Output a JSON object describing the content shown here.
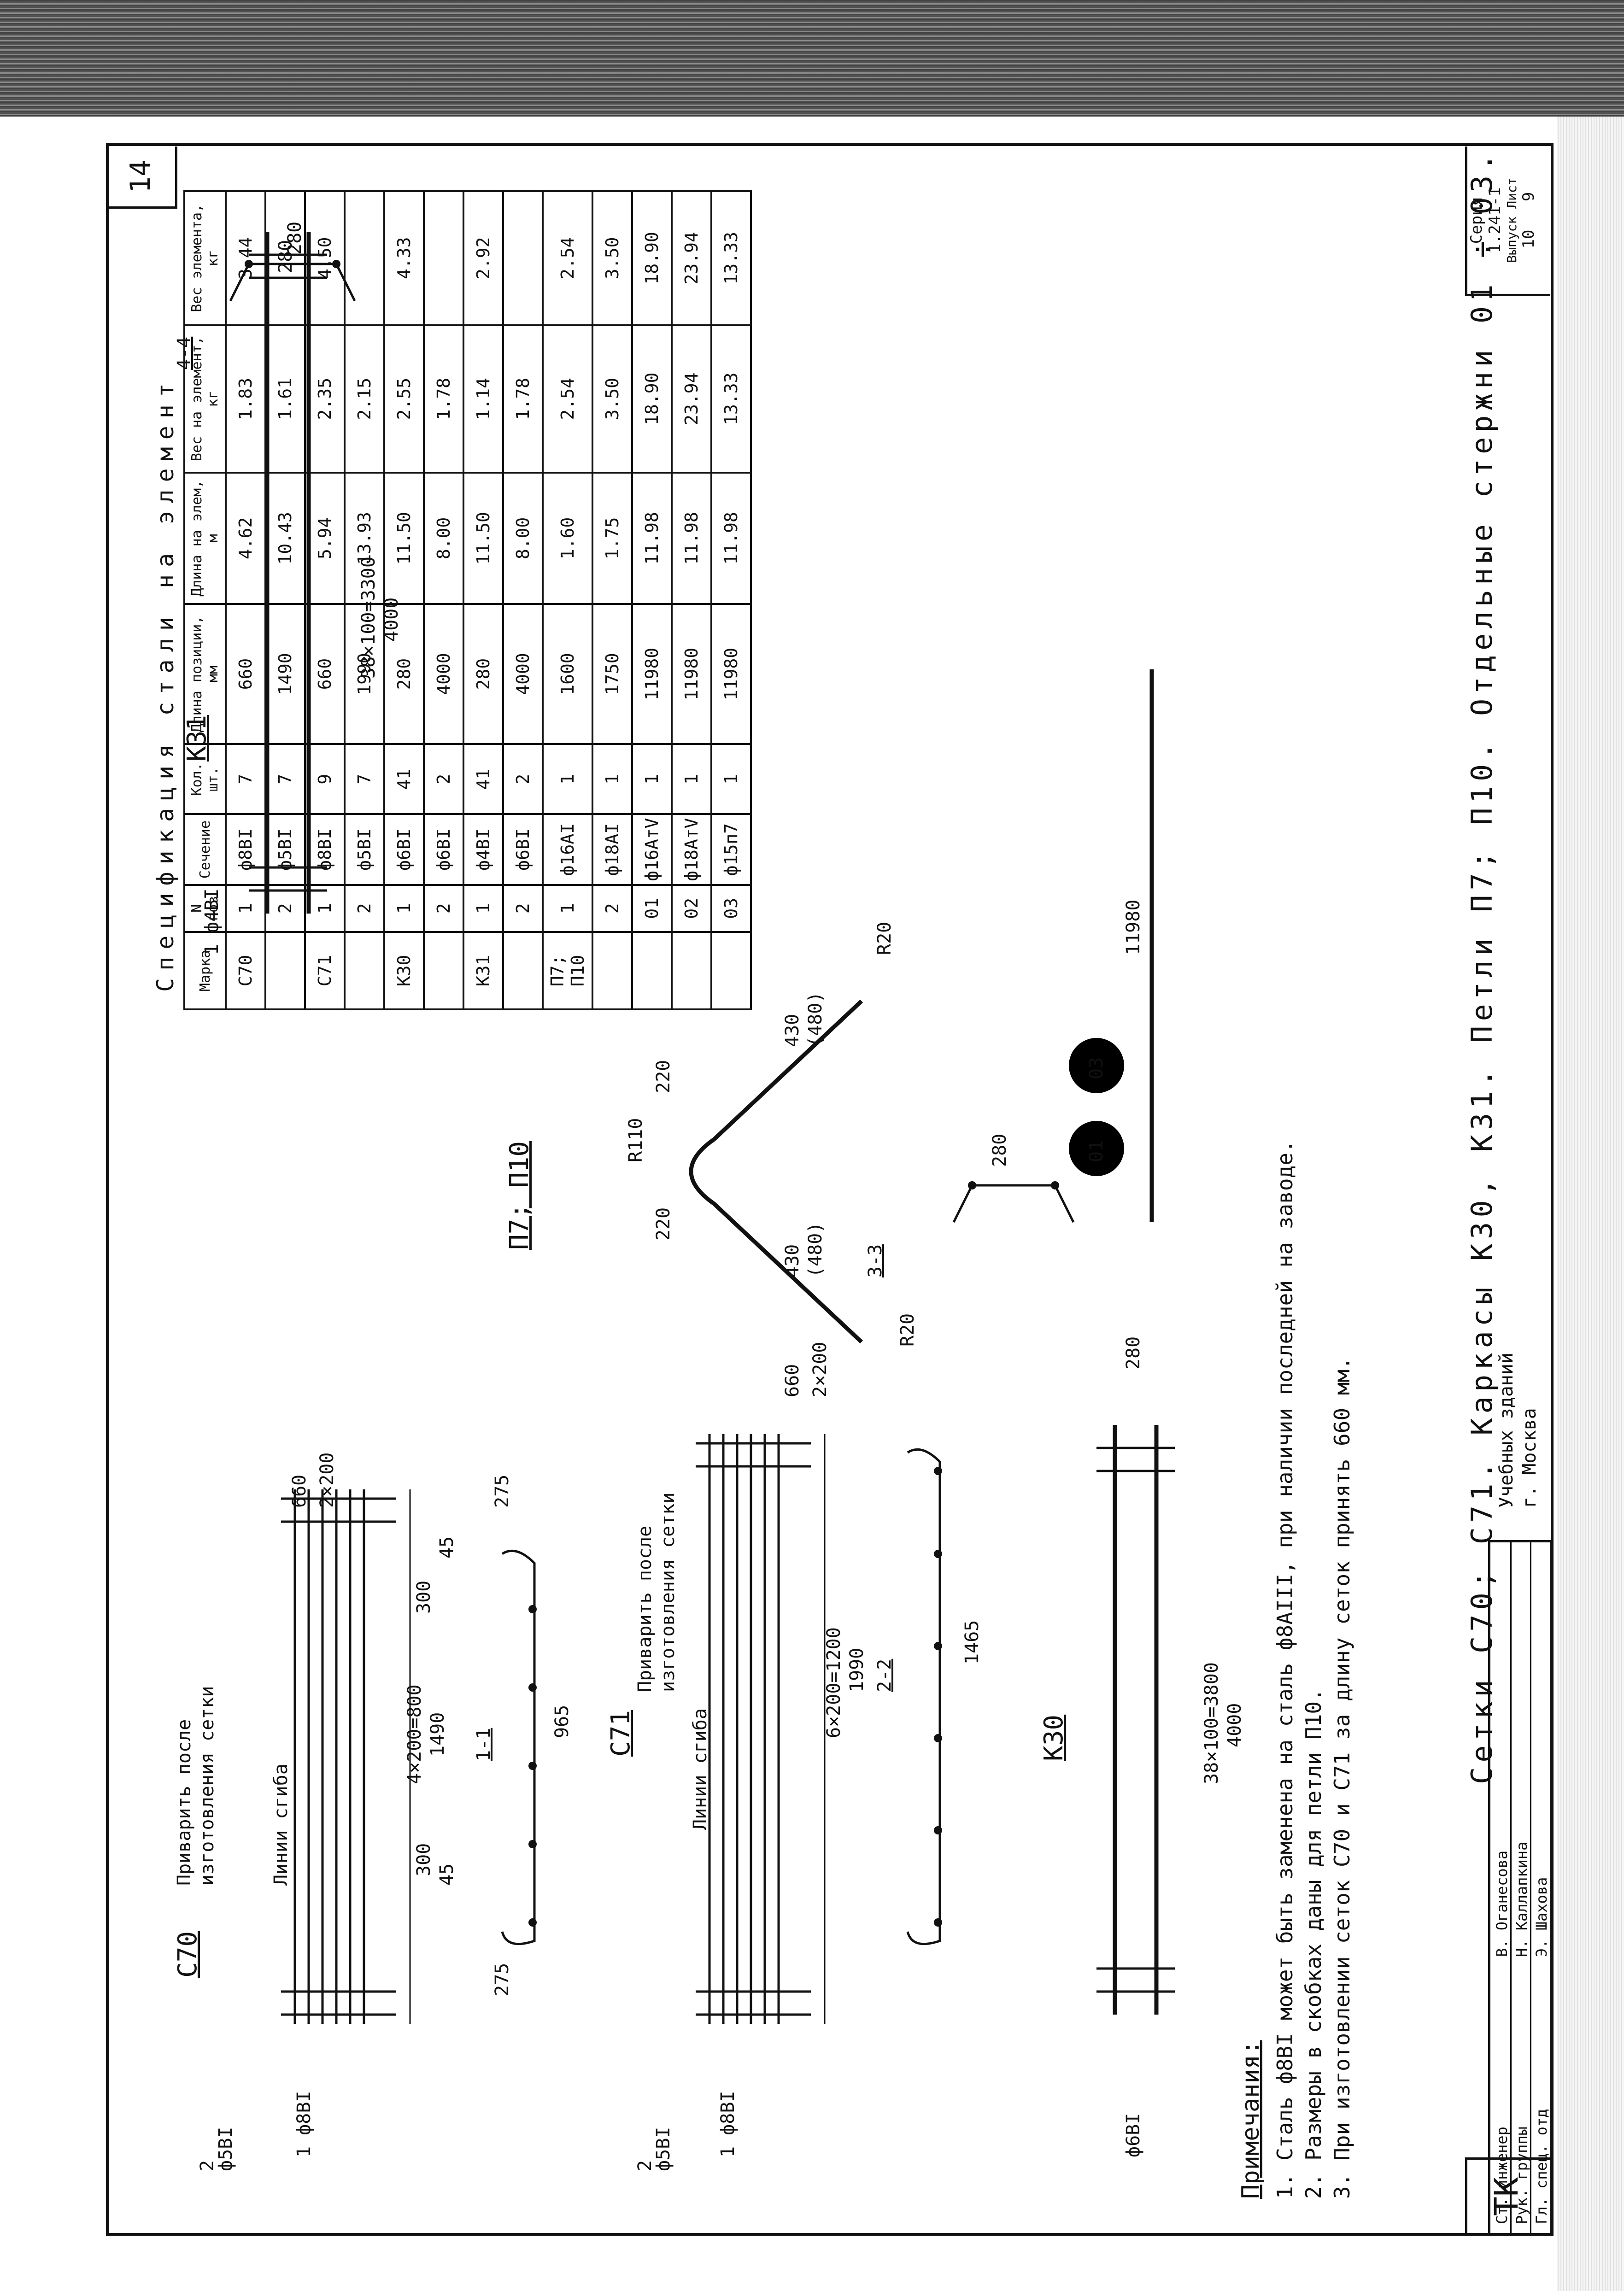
{
  "sheet": {
    "number": "14",
    "caption": "Сетки С70; С71. Каркасы К30, К31. Петли П7; П10. Отдельные стержни 01 ÷ 03."
  },
  "drawings": {
    "c70": {
      "title": "С70",
      "pos2": "2",
      "pos2_bar": "ф5ВI",
      "pos1_bar": "1 ф8ВI",
      "weld_note_1": "Приварить после",
      "weld_note_2": "изготовления сетки",
      "bend_line": "Линии сгиба",
      "dim_spacing": "4×200=800",
      "dim_length": "1490",
      "dim_300": "300",
      "dim_45": "45",
      "dim_660": "660",
      "dim_2x200": "2×200",
      "section": "1-1",
      "dim_965": "965",
      "dim_275": "275"
    },
    "c71": {
      "title": "С71",
      "pos2": "2",
      "pos2_bar": "ф5ВI",
      "pos1_bar": "1 ф8ВI",
      "weld_note_1": "Приварить после",
      "weld_note_2": "изготовления сетки",
      "bend_line": "Линии сгиба",
      "dim_spacing": "6×200=1200",
      "dim_length": "1990",
      "dim_660": "660",
      "dim_2x200": "2×200",
      "section": "2-2",
      "dim_1465": "1465"
    },
    "k30": {
      "title": "К30",
      "bar": "ф6ВI",
      "dim_spacing": "38×100=3800",
      "dim_length": "4000",
      "dim_280": "280"
    },
    "k31": {
      "title": "К31",
      "bar": "1 ф4ВI",
      "dim_spacing": "38×100=3300",
      "dim_length": "4000",
      "dim_280": "280"
    },
    "section_3_3": {
      "title": "3-3",
      "dim_280": "280"
    },
    "section_4_4": {
      "title": "4-4",
      "dim_280": "280"
    },
    "loop": {
      "title": "П7; П10",
      "r20": "R20",
      "r110": "R110",
      "dim_220": "220",
      "dim_430": "430",
      "dim_480": "(480)"
    },
    "rods": {
      "from": "01",
      "to": "03",
      "dim_length": "11980"
    }
  },
  "spec": {
    "title": "Спецификация стали на элемент",
    "headers": [
      "Марка",
      "N поз",
      "Сечение",
      "Кол. шт.",
      "Длина позиции, мм",
      "Длина на элем, м",
      "Вес на элемент, кг",
      "Вес элемента, кг"
    ],
    "rows": [
      [
        "С70",
        "1",
        "ф8ВI",
        "7",
        "660",
        "4.62",
        "1.83",
        "3.44"
      ],
      [
        "",
        "2",
        "ф5ВI",
        "7",
        "1490",
        "10.43",
        "1.61",
        ""
      ],
      [
        "С71",
        "1",
        "ф8ВI",
        "9",
        "660",
        "5.94",
        "2.35",
        "4.50"
      ],
      [
        "",
        "2",
        "ф5ВI",
        "7",
        "1990",
        "13.93",
        "2.15",
        ""
      ],
      [
        "К30",
        "1",
        "ф6ВI",
        "41",
        "280",
        "11.50",
        "2.55",
        "4.33"
      ],
      [
        "",
        "2",
        "ф6ВI",
        "2",
        "4000",
        "8.00",
        "1.78",
        ""
      ],
      [
        "К31",
        "1",
        "ф4ВI",
        "41",
        "280",
        "11.50",
        "1.14",
        "2.92"
      ],
      [
        "",
        "2",
        "ф6ВI",
        "2",
        "4000",
        "8.00",
        "1.78",
        ""
      ],
      [
        "П7; П10",
        "1",
        "ф16АI",
        "1",
        "1600",
        "1.60",
        "2.54",
        "2.54"
      ],
      [
        "",
        "2",
        "ф18АI",
        "1",
        "1750",
        "1.75",
        "3.50",
        "3.50"
      ],
      [
        "",
        "01",
        "ф16АтV",
        "1",
        "11980",
        "11.98",
        "18.90",
        "18.90"
      ],
      [
        "",
        "02",
        "ф18АтV",
        "1",
        "11980",
        "11.98",
        "23.94",
        "23.94"
      ],
      [
        "",
        "03",
        "ф15п7",
        "1",
        "11980",
        "11.98",
        "13.33",
        "13.33"
      ]
    ]
  },
  "notes": {
    "title": "Примечания:",
    "items": [
      "1. Сталь ф8ВI может быть заменена на сталь ф8АIII, при наличии последней на заводе.",
      "2. Размеры в скобках даны для петли П10.",
      "3. При изготовлении сеток С70 и С71 за длину сеток принять 660 мм."
    ]
  },
  "title_block": {
    "tk": "ТК",
    "rows": [
      {
        "role": "Ст. инженер",
        "name": "В. Оганесова"
      },
      {
        "role": "Рук. группы",
        "name": "Н. Каллапкина"
      },
      {
        "role": "Гл. спец. отд",
        "name": "Э. Шахова"
      }
    ],
    "org": "Учебных зданий",
    "city": "г. Москва"
  },
  "series": {
    "label": "Серия",
    "number": "1.241-1",
    "issue_label": "Выпуск",
    "sheet_label": "Лист",
    "issue": "10",
    "sheet": "9"
  }
}
